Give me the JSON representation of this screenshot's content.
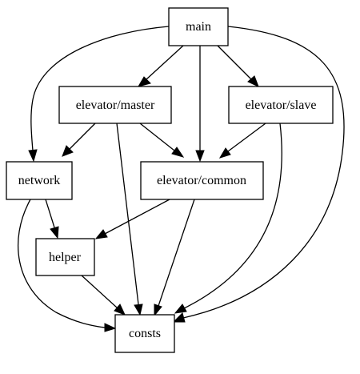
{
  "diagram": {
    "type": "directed-dependency-graph",
    "nodes": [
      {
        "id": "main",
        "label": "main"
      },
      {
        "id": "elevator_master",
        "label": "elevator/master"
      },
      {
        "id": "elevator_slave",
        "label": "elevator/slave"
      },
      {
        "id": "network",
        "label": "network"
      },
      {
        "id": "elevator_common",
        "label": "elevator/common"
      },
      {
        "id": "helper",
        "label": "helper"
      },
      {
        "id": "consts",
        "label": "consts"
      }
    ],
    "edges": [
      {
        "from": "main",
        "to": "elevator_master"
      },
      {
        "from": "main",
        "to": "elevator_common"
      },
      {
        "from": "main",
        "to": "elevator_slave"
      },
      {
        "from": "main",
        "to": "network"
      },
      {
        "from": "main",
        "to": "consts"
      },
      {
        "from": "elevator_master",
        "to": "network"
      },
      {
        "from": "elevator_master",
        "to": "elevator_common"
      },
      {
        "from": "elevator_master",
        "to": "consts"
      },
      {
        "from": "elevator_slave",
        "to": "elevator_common"
      },
      {
        "from": "elevator_slave",
        "to": "consts"
      },
      {
        "from": "network",
        "to": "helper"
      },
      {
        "from": "network",
        "to": "consts"
      },
      {
        "from": "elevator_common",
        "to": "helper"
      },
      {
        "from": "elevator_common",
        "to": "consts"
      },
      {
        "from": "helper",
        "to": "consts"
      }
    ]
  }
}
